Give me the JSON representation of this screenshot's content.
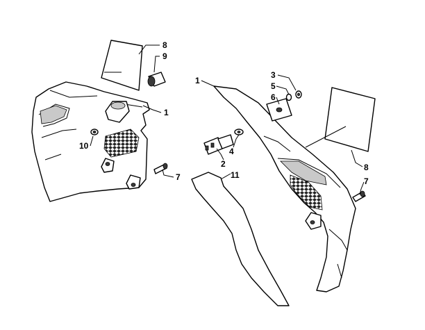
{
  "callouts": [
    {
      "label": "8"
    },
    {
      "label": "9"
    },
    {
      "label": "1"
    },
    {
      "label": "10"
    },
    {
      "label": "7"
    },
    {
      "label": "1"
    },
    {
      "label": "3"
    },
    {
      "label": "5"
    },
    {
      "label": "6"
    },
    {
      "label": "4"
    },
    {
      "label": "2"
    },
    {
      "label": "11"
    },
    {
      "label": "8"
    },
    {
      "label": "7"
    }
  ]
}
